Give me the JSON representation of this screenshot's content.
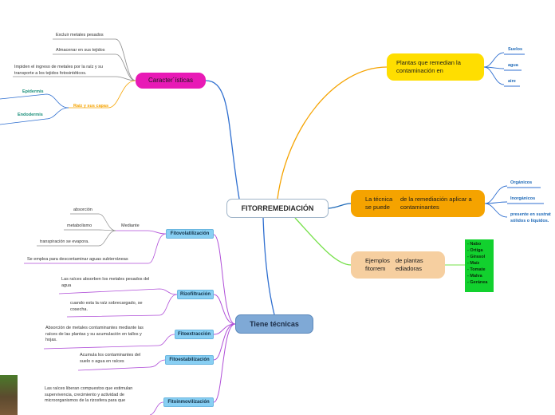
{
  "central": "FITORREMEDIACIÓN",
  "branches": {
    "remedian": {
      "label": "Plantas que remedian la contaminación en",
      "items": [
        "Suelos",
        "agua",
        "aire"
      ]
    },
    "tecnica": {
      "label_left": "La técnica se puede",
      "label_right": "de la remediación aplicar a contaminantes",
      "items": [
        "Orgánicos",
        "Inorgánicos",
        "presente en sustrat sólidos o líquidos."
      ]
    },
    "ejemplos": {
      "label_left": "Ejemplos fitorrem",
      "label_right": "de plantas ediadoras",
      "list": "- Nabo\n- Ortiga\n- Girasol\n- Maíz\n- Tomate\n- Malva\n- Geránea"
    },
    "caracteristicas": {
      "label": "Caracter´ísticas",
      "items": [
        "Excluir  metales pesados",
        "Almacenar en sus tejidos",
        "Impiden el ingreso de metales por la raíz y su transporte  a los tejidos fotosintéticos."
      ],
      "raiz": "Raíz y sus capas",
      "capas": [
        "Epidermis",
        "Endodermis"
      ]
    },
    "tecnicas": {
      "label": "Tiene técnicas",
      "fitovolatilizacion": {
        "label": "Fitovolatilización",
        "mediante": "Mediante",
        "items": [
          "absorción",
          "metabolismo",
          "transpiración se evapora."
        ],
        "note": "Se emplea para descontaminar aguas subterráneas"
      },
      "rizofiltracion": {
        "label": "Rizofiltración",
        "items": [
          "Las raíces absorben los metales pesados del agua",
          "cuando esta la raíz sobrecargado, se cosecha."
        ]
      },
      "fitoextraccion": {
        "label": "Fitoextracción",
        "note": "Absorción de metales contaminantes mediante las raíces de las plantas y su acumulación en tallos y hojas."
      },
      "fitoestabilizacion": {
        "label": "Fitoestabilización",
        "note": "Acumula los contaminantes del suelo o agua en raíces"
      },
      "fitoinmovilizacion": {
        "label": "Fitoinmovilización",
        "note": "Las raíces liberan compuestos que estimulan supervivencia, crecimiento y actividad de microorganismos de la rizosfera para  que"
      }
    }
  },
  "colors": {
    "remedian": "#ffde00",
    "tecnica": "#f5a300",
    "ejemplos": "#f6cfa0",
    "caracteristicas": "#e81ab6",
    "tecnicas": "#7fa9d6",
    "ejemplos_list": "#12d12e",
    "link_orange": "#f5a300",
    "link_green": "#76e04a",
    "link_blue": "#2f6fd0",
    "link_purple": "#b04fd8"
  }
}
